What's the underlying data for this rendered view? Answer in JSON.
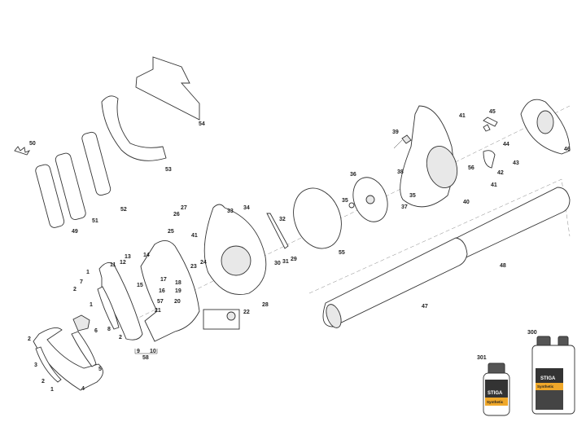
{
  "diagram": {
    "title": "Leaf blower exploded parts diagram",
    "labels": [
      "50",
      "49",
      "51",
      "52",
      "53",
      "54",
      "27",
      "26",
      "25",
      "41",
      "33",
      "34",
      "32",
      "13",
      "12",
      "11",
      "14",
      "1",
      "7",
      "2",
      "15",
      "17",
      "18",
      "16",
      "19",
      "57",
      "20",
      "21",
      "1",
      "8",
      "6",
      "2",
      "9",
      "10",
      "58",
      "22",
      "28",
      "23",
      "24",
      "30",
      "31",
      "29",
      "2",
      "3",
      "2",
      "1",
      "4",
      "5",
      "39",
      "41",
      "45",
      "36",
      "38",
      "35",
      "35",
      "37",
      "40",
      "56",
      "44",
      "43",
      "42",
      "41",
      "46",
      "55",
      "48",
      "47",
      "300",
      "301"
    ],
    "bottle_brand": "STIGA",
    "bottle_text": "Synthetic"
  }
}
